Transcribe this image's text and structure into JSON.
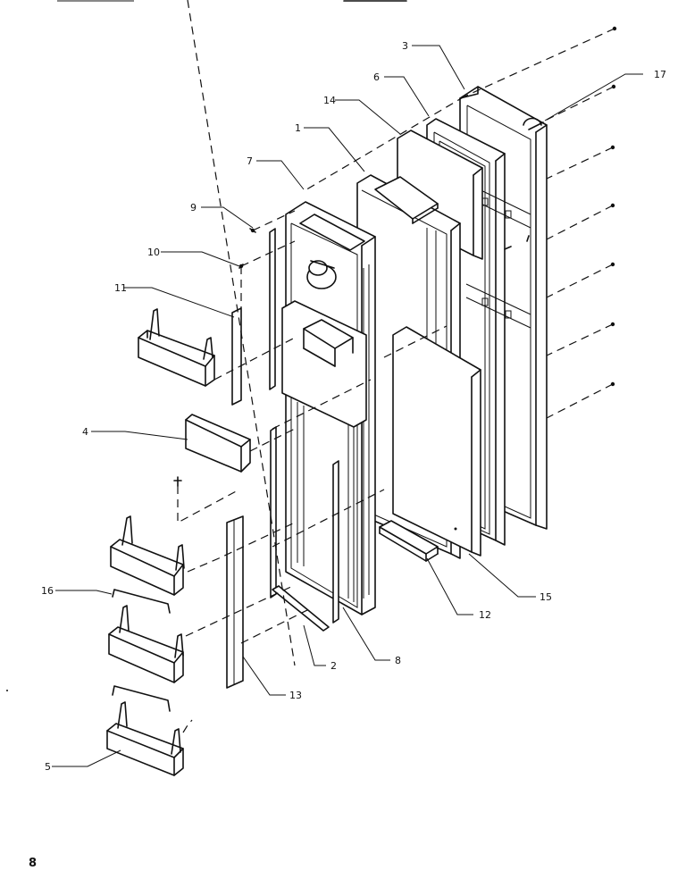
{
  "diagram": {
    "callouts": {
      "c1": "1",
      "c2": "2",
      "c3": "3",
      "c4": "4",
      "c5": "5",
      "c6": "6",
      "c7": "7",
      "c8": "8",
      "c9": "9",
      "c10": "10",
      "c11": "11",
      "c12": "12",
      "c13": "13",
      "c14": "14",
      "c15": "15",
      "c16": "16",
      "c17": "17"
    },
    "page_number": "8"
  }
}
